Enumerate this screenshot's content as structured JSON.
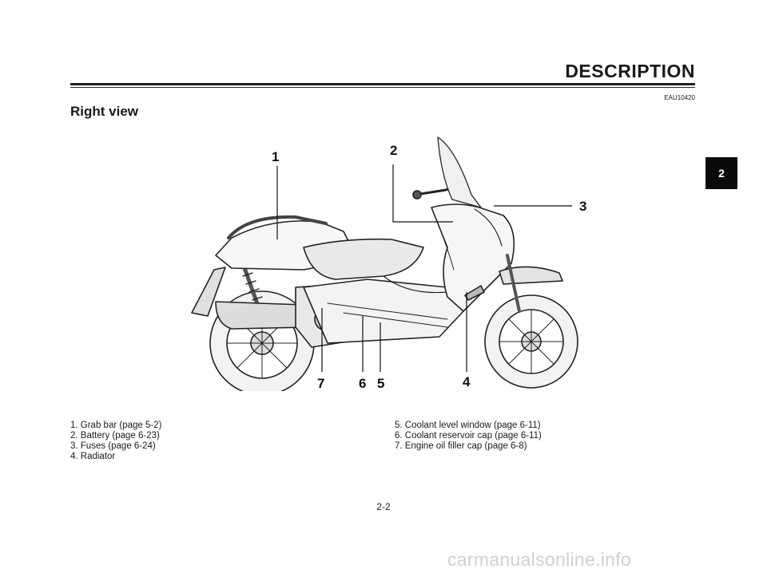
{
  "header": {
    "title": "DESCRIPTION",
    "code": "EAU10420"
  },
  "section": {
    "title": "Right view"
  },
  "chapter_tab": "2",
  "callouts": [
    "1",
    "2",
    "3",
    "4",
    "5",
    "6",
    "7"
  ],
  "legend": {
    "left": [
      "1. Grab bar (page 5-2)",
      "2. Battery (page 6-23)",
      "3. Fuses (page 6-24)",
      "4. Radiator"
    ],
    "right": [
      "5. Coolant level window (page 6-11)",
      "6. Coolant reservoir cap (page 6-11)",
      "7. Engine oil filler cap (page 6-8)"
    ]
  },
  "page_number": "2-2",
  "watermark": "carmanualsonline.info"
}
